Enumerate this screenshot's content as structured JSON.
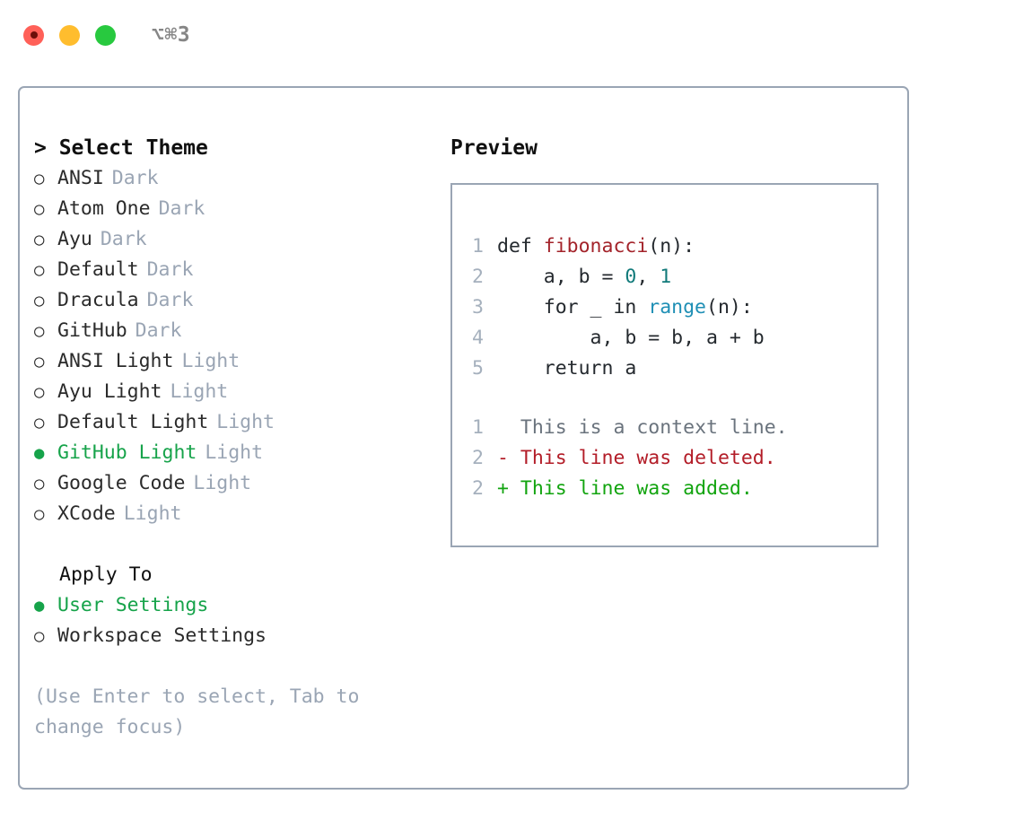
{
  "titlebar": {
    "shortcut": "⌥⌘3",
    "buttons": [
      {
        "name": "close",
        "color": "#ff6058"
      },
      {
        "name": "minimize",
        "color": "#ffbd2e"
      },
      {
        "name": "zoom",
        "color": "#28c93f"
      }
    ]
  },
  "colors": {
    "accent_green": "#16a34a",
    "muted": "#9aa5b4",
    "border": "#9aa5b4",
    "text": "#2b2b2b",
    "keyword_fn": "#a3232a",
    "number": "#117a7a",
    "call": "#1f8fb5",
    "diff_add": "#12a40f",
    "diff_del": "#b31d28",
    "diff_context": "#6a737d"
  },
  "theme_panel": {
    "heading": "> Select Theme",
    "items": [
      {
        "marker": "○",
        "name": "ANSI",
        "kind": "Dark",
        "selected": false
      },
      {
        "marker": "○",
        "name": "Atom One",
        "kind": "Dark",
        "selected": false
      },
      {
        "marker": "○",
        "name": "Ayu",
        "kind": "Dark",
        "selected": false
      },
      {
        "marker": "○",
        "name": "Default",
        "kind": "Dark",
        "selected": false
      },
      {
        "marker": "○",
        "name": "Dracula",
        "kind": "Dark",
        "selected": false
      },
      {
        "marker": "○",
        "name": "GitHub",
        "kind": "Dark",
        "selected": false
      },
      {
        "marker": "○",
        "name": "ANSI Light",
        "kind": "Light",
        "selected": false
      },
      {
        "marker": "○",
        "name": "Ayu Light",
        "kind": "Light",
        "selected": false
      },
      {
        "marker": "○",
        "name": "Default Light",
        "kind": "Light",
        "selected": false
      },
      {
        "marker": "●",
        "name": "GitHub Light",
        "kind": "Light",
        "selected": true
      },
      {
        "marker": "○",
        "name": "Google Code",
        "kind": "Light",
        "selected": false
      },
      {
        "marker": "○",
        "name": "XCode",
        "kind": "Light",
        "selected": false
      }
    ]
  },
  "apply_to": {
    "heading": "Apply To",
    "options": [
      {
        "marker": "●",
        "label": "User Settings",
        "selected": true
      },
      {
        "marker": "○",
        "label": "Workspace Settings",
        "selected": false
      }
    ]
  },
  "hint": "(Use Enter to select, Tab to change focus)",
  "preview": {
    "title": "Preview",
    "code_lines": [
      {
        "number": "1",
        "tokens": [
          {
            "text": "def ",
            "type": "plain"
          },
          {
            "text": "fibonacci",
            "type": "fn"
          },
          {
            "text": "(n):",
            "type": "plain"
          }
        ]
      },
      {
        "number": "2",
        "tokens": [
          {
            "text": "    a, b = ",
            "type": "plain"
          },
          {
            "text": "0",
            "type": "num"
          },
          {
            "text": ", ",
            "type": "plain"
          },
          {
            "text": "1",
            "type": "num"
          }
        ]
      },
      {
        "number": "3",
        "tokens": [
          {
            "text": "    for _ in ",
            "type": "plain"
          },
          {
            "text": "range",
            "type": "call"
          },
          {
            "text": "(n):",
            "type": "plain"
          }
        ]
      },
      {
        "number": "4",
        "tokens": [
          {
            "text": "        a, b = b, a + b",
            "type": "plain"
          }
        ]
      },
      {
        "number": "5",
        "tokens": [
          {
            "text": "    return a",
            "type": "plain"
          }
        ]
      }
    ],
    "diff_lines": [
      {
        "number": "1",
        "marker": " ",
        "text": "This is a context line.",
        "type": "context"
      },
      {
        "number": "2",
        "marker": "-",
        "text": "This line was deleted.",
        "type": "del"
      },
      {
        "number": "2",
        "marker": "+",
        "text": "This line was added.",
        "type": "add"
      }
    ]
  }
}
